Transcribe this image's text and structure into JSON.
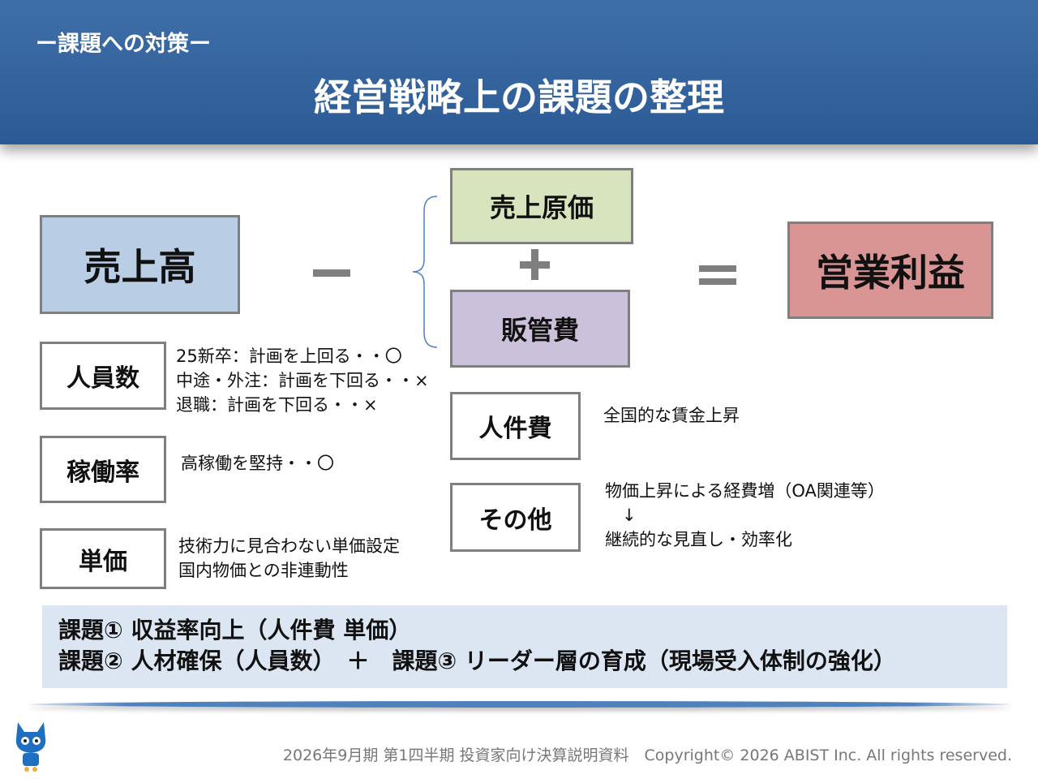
{
  "header": {
    "subtitle": "ー課題への対策ー",
    "title": "経営戦略上の課題の整理"
  },
  "equation": {
    "sales": "売上高",
    "cogs": "売上原価",
    "sga": "販管費",
    "operating_profit": "営業利益"
  },
  "left_factors": [
    {
      "label": "人員数",
      "note": "25新卒：計画を上回る・・〇\n中途・外注：計画を下回る・・×\n退職：計画を下回る・・×"
    },
    {
      "label": "稼働率",
      "note": "高稼働を堅持・・〇"
    },
    {
      "label": "単価",
      "note": "技術力に見合わない単価設定\n国内物価との非連動性"
    }
  ],
  "right_factors": [
    {
      "label": "人件費",
      "note": "全国的な賃金上昇"
    },
    {
      "label": "その他",
      "note": "物価上昇による経費増（OA関連等）\n　↓\n継続的な見直し・効率化"
    }
  ],
  "issues": {
    "line1": "課題① 収益率向上（人件費 単価）",
    "line2": "課題② 人材確保（人員数）　＋　課題③ リーダー層の育成（現場受入体制の強化）"
  },
  "footer": "2026年9月期 第1四半期 投資家向け決算説明資料　Copyright© 2026 ABIST Inc. All rights reserved.",
  "colors": {
    "header": "#2f5f9a",
    "sales": "#b9cde5",
    "cogs": "#d7e4bd",
    "sga": "#ccc1da",
    "profit": "#d99594"
  }
}
